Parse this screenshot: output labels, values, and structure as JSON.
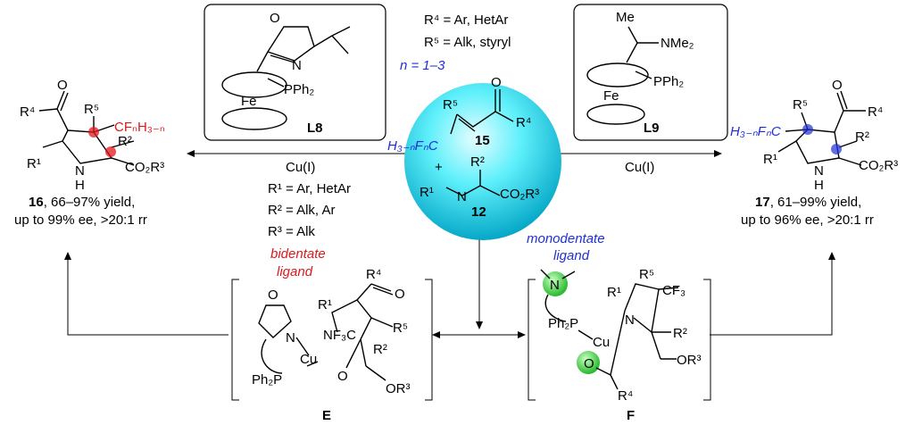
{
  "center": {
    "r4_cond": "R⁴ = Ar, HetAr",
    "r5_cond": "R⁵ = Alk, styryl",
    "n_range": "n = 1–3",
    "label_15": "15",
    "label_12": "12",
    "plus": "+",
    "sub_h3nfnc": "H₃₋ₙFₙC",
    "sub_r5": "R⁵",
    "sub_r4": "R⁴",
    "sub_r2": "R²",
    "sub_r1": "R¹",
    "sub_co2r3": "CO₂R³",
    "sub_o": "O",
    "sub_n": "N"
  },
  "ligand_l8": {
    "label": "L8",
    "pph2": "PPh₂",
    "fe": "Fe",
    "o": "O",
    "n": "N"
  },
  "ligand_l9": {
    "label": "L9",
    "me": "Me",
    "nme2": "NMe₂",
    "pph2": "PPh₂",
    "fe": "Fe"
  },
  "left_arrow": {
    "catalyst": "Cu(I)",
    "r1": "R¹ = Ar, HetAr",
    "r2": "R² = Alk, Ar",
    "r3": "R³ = Alk",
    "bidentate": "bidentate",
    "ligand": "ligand"
  },
  "right_arrow": {
    "catalyst": "Cu(I)",
    "monodentate": "monodentate",
    "ligand": "ligand"
  },
  "product_16": {
    "number": "16",
    "yield": ", 66–97% yield,",
    "selectivity": "up to 99% ee, >20:1 rr",
    "r4": "R⁴",
    "o": "O",
    "r5": "R⁵",
    "cfnh": "CFₙH₃₋ₙ",
    "r2": "R²",
    "r1": "R¹",
    "nh": "N",
    "h": "H",
    "co2r3": "CO₂R³"
  },
  "product_17": {
    "number": "17",
    "yield": ", 61–99% yield,",
    "selectivity": "up to 96% ee, >20:1 rr",
    "o": "O",
    "r4": "R⁴",
    "r5": "R⁵",
    "h3nfnc": "H₃₋ₙFₙC",
    "r2": "R²",
    "r1": "R¹",
    "nh": "N",
    "h": "H",
    "co2r3": "CO₂R³"
  },
  "intermediate_e": {
    "label": "E",
    "o": "O",
    "n": "N",
    "cu": "Cu",
    "ph2p": "Ph₂P",
    "r1": "R¹",
    "nf3c": "NF₃C",
    "r5": "R⁵",
    "r2": "R²",
    "r4": "R⁴",
    "o2": "O",
    "o3": "O",
    "or3": "OR³"
  },
  "intermediate_f": {
    "label": "F",
    "n": "N",
    "ph2p": "Ph₂P",
    "cu": "Cu",
    "r5": "R⁵",
    "cf3": "CF₃",
    "r1": "R¹",
    "n2": "N",
    "r2": "R²",
    "o": "O",
    "or3": "OR³",
    "r4": "R⁴"
  },
  "colors": {
    "sphere": "#2ee0f2",
    "blue": "#1f2fd6",
    "red": "#e0161b",
    "green": "#39d23c"
  }
}
